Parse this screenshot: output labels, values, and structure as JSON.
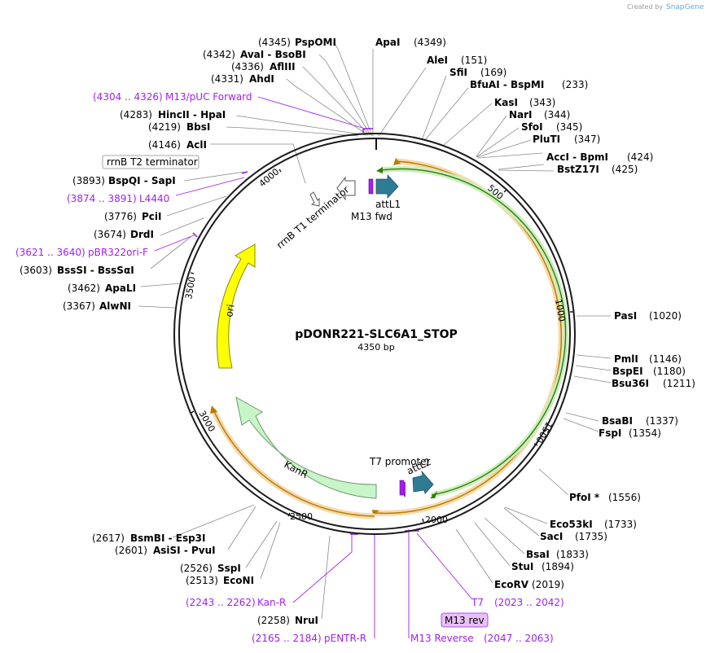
{
  "plasmid": {
    "name": "pDONR221-SLC6A1_STOP",
    "size": "4350 bp"
  },
  "credit": {
    "prefix": "Created by",
    "brand": "SnapGene"
  },
  "ticks": [
    "500",
    "1000",
    "1500",
    "2000",
    "2500",
    "3000",
    "3500",
    "4000"
  ],
  "features": {
    "attL1": "attL1",
    "m13fwd": "M13 fwd",
    "rrnb_t1": "rrnB T1 terminator",
    "rrnb_t2": "rrnB T2 terminator",
    "ori": "ori",
    "kanr": "KanR",
    "t7": "T7 promoter",
    "attL2": "attL2"
  },
  "sites_right": [
    {
      "name": "ApaI",
      "pos": "(4349)"
    },
    {
      "name": "AleI",
      "pos": "(151)"
    },
    {
      "name": "SfiI",
      "pos": "(169)"
    },
    {
      "name": "BfuAI  - BspMI",
      "pos": "(233)"
    },
    {
      "name": "KasI",
      "pos": "(343)"
    },
    {
      "name": "NarI",
      "pos": "(344)"
    },
    {
      "name": "SfoI",
      "pos": "(345)"
    },
    {
      "name": "PluTI",
      "pos": "(347)"
    },
    {
      "name": "AccI  - BpmI",
      "pos": "(424)"
    },
    {
      "name": "BstZ17I",
      "pos": "(425)"
    },
    {
      "name": "PasI",
      "pos": "(1020)"
    },
    {
      "name": "PmlI",
      "pos": "(1146)"
    },
    {
      "name": "BspEI",
      "pos": "(1180)"
    },
    {
      "name": "Bsu36I",
      "pos": "(1211)"
    },
    {
      "name": "BsaBI",
      "pos": "(1337)"
    },
    {
      "name": "FspI",
      "pos": "(1354)"
    },
    {
      "name": "PfoI *",
      "pos": "(1556)"
    },
    {
      "name": "Eco53kI",
      "pos": "(1733)"
    },
    {
      "name": "SacI",
      "pos": "(1735)"
    },
    {
      "name": "BsaI",
      "pos": "(1833)"
    },
    {
      "name": "StuI",
      "pos": "(1894)"
    },
    {
      "name": "EcoRV",
      "pos": "(2019)"
    }
  ],
  "sites_left": [
    {
      "name": "PspOMI",
      "pos": "(4345)"
    },
    {
      "name": "AvaI  - BsoBI",
      "pos": "(4342)"
    },
    {
      "name": "AflIII",
      "pos": "(4336)"
    },
    {
      "name": "AhdI",
      "pos": "(4331)"
    },
    {
      "name": "HincII  - HpaI",
      "pos": "(4283)"
    },
    {
      "name": "BbsI",
      "pos": "(4219)"
    },
    {
      "name": "AclI",
      "pos": "(4146)"
    },
    {
      "name": "BspQI  - SapI",
      "pos": "(3893)"
    },
    {
      "name": "PciI",
      "pos": "(3776)"
    },
    {
      "name": "DrdI",
      "pos": "(3674)"
    },
    {
      "name": "BssSI  - BssSαI",
      "pos": "(3603)"
    },
    {
      "name": "ApaLI",
      "pos": "(3462)"
    },
    {
      "name": "AlwNI",
      "pos": "(3367)"
    },
    {
      "name": "BsmBI  - Esp3I",
      "pos": "(2617)"
    },
    {
      "name": "AsiSI  - PvuI",
      "pos": "(2601)"
    },
    {
      "name": "SspI",
      "pos": "(2526)"
    },
    {
      "name": "EcoNI",
      "pos": "(2513)"
    },
    {
      "name": "NruI",
      "pos": "(2258)"
    }
  ],
  "primers": [
    {
      "range": "(4304 .. 4326)",
      "name": "M13/pUC Forward"
    },
    {
      "range": "(3874 .. 3891)",
      "name": "L4440"
    },
    {
      "range": "(3621 .. 3640)",
      "name": "pBR322ori-F"
    },
    {
      "range": "(2243 .. 2262)",
      "name": "Kan-R"
    },
    {
      "range": "(2165 .. 2184)",
      "name": "pENTR-R"
    },
    {
      "range": "(2023 .. 2042)",
      "name": "T7"
    },
    {
      "range": "(2047 .. 2063)",
      "name": "M13 Reverse"
    }
  ],
  "m13rev_box": "M13 rev",
  "colors": {
    "backbone": "#1a1a1a",
    "ori": "#ffff00",
    "kanr": "#c8f5c8",
    "attL": "#2e7b94",
    "gene_orange": "#f5a623",
    "gene_green": "#3da800",
    "primer": "#a020f0",
    "m13rev_fill": "#e8c0f5"
  }
}
